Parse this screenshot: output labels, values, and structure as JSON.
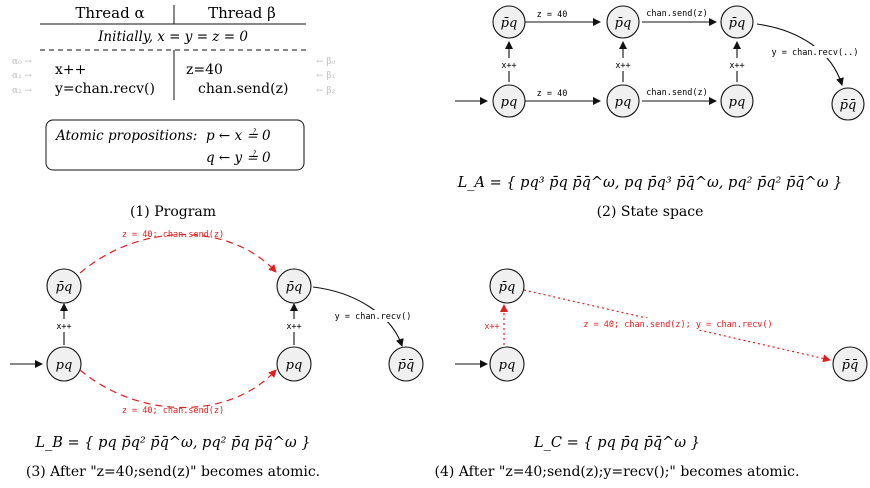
{
  "program": {
    "col_alpha": "Thread α",
    "col_beta": "Thread β",
    "initially": "Initially, x = y = z = 0",
    "alpha_labels": [
      "α₀ →",
      "α₁ →",
      "α₂ →"
    ],
    "beta_labels": [
      "← β₀",
      "← β₁",
      "← β₂"
    ],
    "alpha_code": [
      "x++",
      "y=chan.recv()"
    ],
    "beta_code": [
      "z=40",
      "chan.send(z)"
    ],
    "props_title": "Atomic propositions:",
    "prop_p": "p ← x ≟ 0",
    "prop_q": "q ← y ≟ 0",
    "caption": "(1) Program"
  },
  "panel2": {
    "labels": {
      "z40": "z = 40",
      "send": "chan.send(z)",
      "xinc": "x++",
      "recv": "y = chan.recv(..)"
    },
    "lang": "L_A = { pq³ p̄q p̄q̄^ω, pq p̄q³ p̄q̄^ω, pq² p̄q² p̄q̄^ω }",
    "caption": "(2) State space"
  },
  "panel3": {
    "labels": {
      "atomic": "z = 40; chan.send(z)",
      "xinc": "x++",
      "recv": "y = chan.recv()"
    },
    "lang": "L_B = { pq p̄q² p̄q̄^ω, pq² p̄q p̄q̄^ω }",
    "caption": "(3) After \"z=40;send(z)\" becomes atomic."
  },
  "panel4": {
    "labels": {
      "xinc": "x++",
      "atomic": "z = 40; chan.send(z); y = chan.recv()"
    },
    "lang": "L_C = { pq p̄q p̄q̄^ω }",
    "caption": "(4) After \"z=40;send(z);y=recv();\" becomes atomic."
  },
  "states": {
    "pq": "pq",
    "pbar_q": "p̄q",
    "pbar_qbar": "p̄q̄"
  },
  "colors": {
    "accent_red": "#e02020",
    "node_fill": "#f0f0f0"
  }
}
